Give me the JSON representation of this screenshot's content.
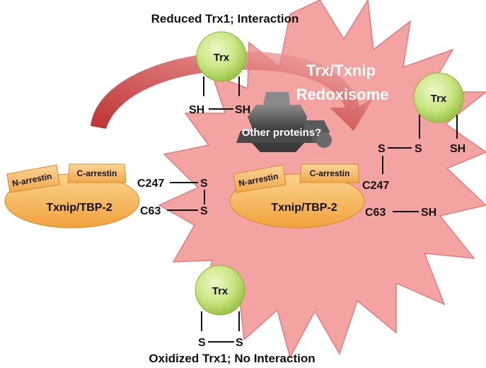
{
  "title_top": "Reduced Trx1; Interaction",
  "title_bottom": "Oxidized Trx1; No Interaction",
  "redoxisome_line1": "Trx/Txnip",
  "redoxisome_line2": "Redoxisome",
  "other_proteins": "Other proteins?",
  "trx_label": "Trx",
  "txnip_label": "Txnip/TBP-2",
  "n_arrestin": "N-arrestin",
  "c_arrestin": "C-arrestin",
  "c247": "C247",
  "c63": "C63",
  "sh": "SH",
  "s": "S",
  "colors": {
    "starburst": "#f4a3a3",
    "starburst_edge": "#e27b7b",
    "trx_fill": "#cde88a",
    "txnip_fill": "#f5b75a",
    "arrestin_fill": "#f7c374",
    "arrow_red": "#c23a3a",
    "grey_protein": "#5a5a5a"
  }
}
